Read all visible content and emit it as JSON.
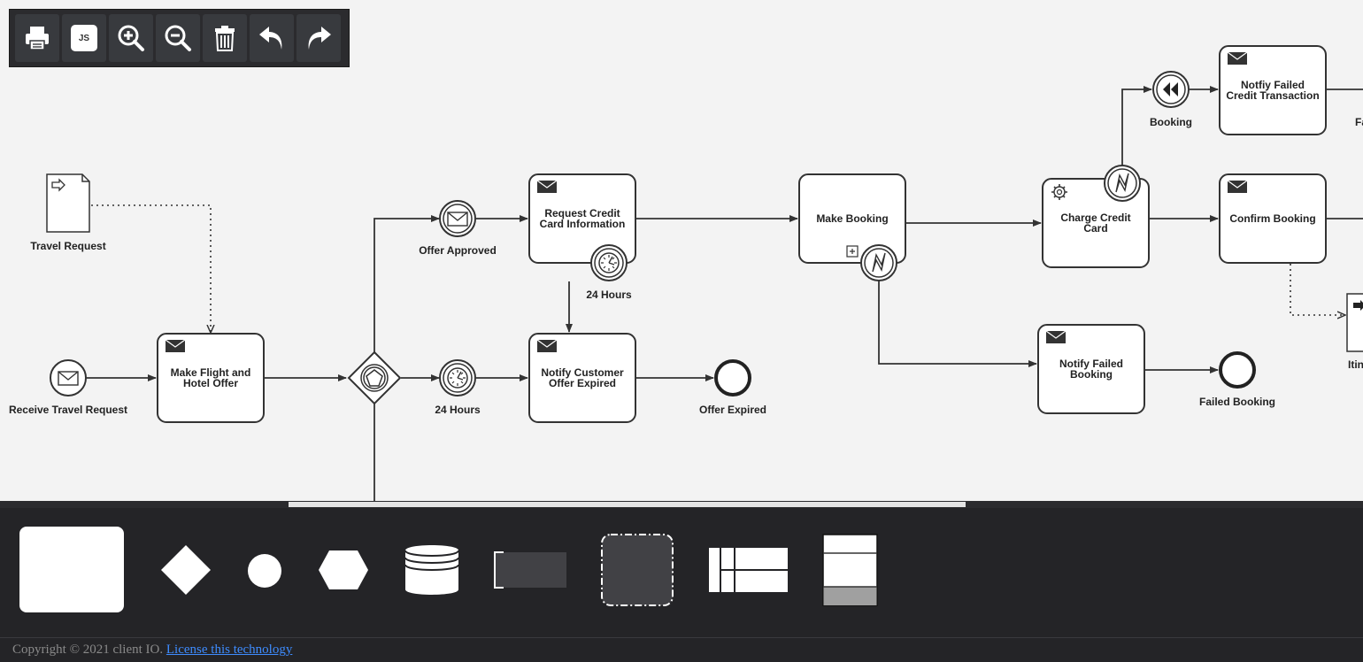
{
  "toolbar": {
    "buttons": [
      "print",
      "export-js",
      "zoom-in",
      "zoom-out",
      "delete",
      "undo",
      "redo"
    ],
    "js_label": "JS"
  },
  "diagram": {
    "labels": {
      "travel_request": "Travel Request",
      "receive_travel_request": "Receive Travel Request",
      "make_offer_l1": "Make Flight and",
      "make_offer_l2": "Hotel Offer",
      "offer_approved": "Offer Approved",
      "timer_hours_top": "24 Hours",
      "timer_hours_bottom": "24 Hours",
      "request_cc_l1": "Request Credit",
      "request_cc_l2": "Card Information",
      "notify_expired_l1": "Notify Customer",
      "notify_expired_l2": "Offer Expired",
      "offer_expired": "Offer Expired",
      "make_booking": "Make Booking",
      "charge_cc_l1": "Charge Credit",
      "charge_cc_l2": "Card",
      "booking": "Booking",
      "notify_failed_cc_l1": "Notfiy Failed",
      "notify_failed_cc_l2": "Credit Transaction",
      "confirm_booking": "Confirm Booking",
      "notify_failed_booking_l1": "Notify Failed",
      "notify_failed_booking_l2": "Booking",
      "failed_booking": "Failed Booking",
      "cut_fa": "Fa",
      "cut_itin": "Itin"
    }
  },
  "stencil": {
    "shapes": [
      "activity",
      "gateway",
      "event",
      "conversation",
      "data-store",
      "annotation",
      "group",
      "pool",
      "data-object"
    ]
  },
  "footer": {
    "copyright": "Copyright © 2021 client IO. ",
    "link": "License this technology"
  }
}
